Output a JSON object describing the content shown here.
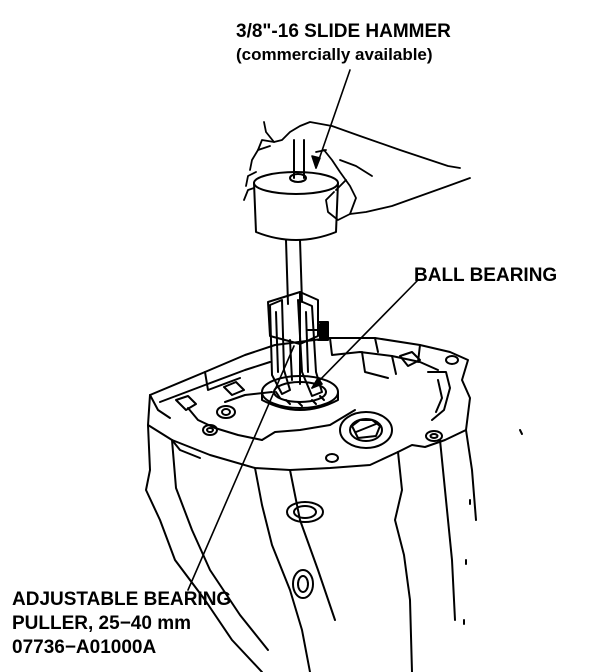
{
  "labels": {
    "slide_hammer": {
      "line1": "3/8\"-16 SLIDE HAMMER",
      "line2": "(commercially available)"
    },
    "ball_bearing": "BALL BEARING",
    "bearing_puller": {
      "line1": "ADJUSTABLE BEARING",
      "line2": "PULLER, 25−40 mm",
      "line3": "07736−A01000A"
    }
  },
  "colors": {
    "line": "#000000",
    "background": "#ffffff"
  }
}
